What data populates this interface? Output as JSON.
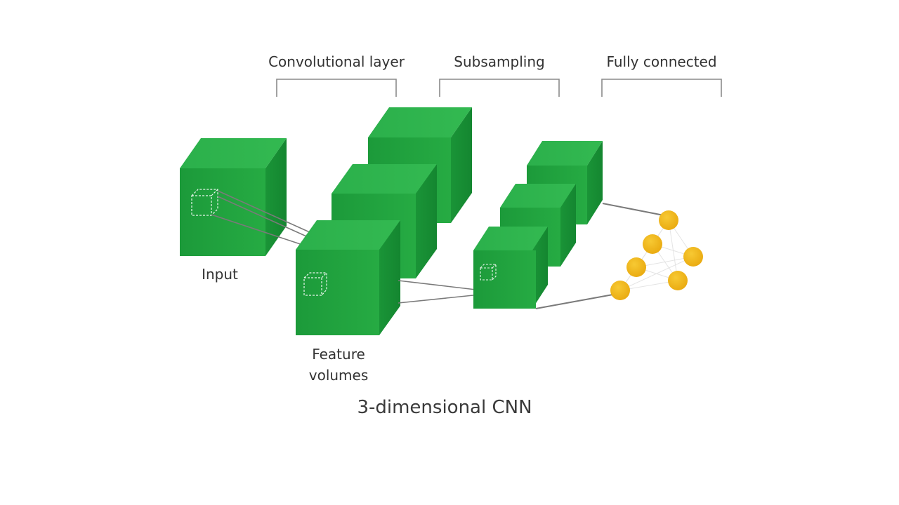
{
  "diagram": {
    "stages": {
      "convolutional": "Convolutional layer",
      "subsampling": "Subsampling",
      "fully_connected": "Fully connected"
    },
    "input_label": "Input",
    "feature_label_line1": "Feature",
    "feature_label_line2": "volumes",
    "caption": "3-dimensional CNN",
    "colors": {
      "cube_front": "#1e9e3c",
      "cube_top": "#2cb24a",
      "cube_side": "#178a33",
      "node": "#f2b81c",
      "line": "#7a7a7a",
      "bracket": "#8a8a8a"
    }
  }
}
